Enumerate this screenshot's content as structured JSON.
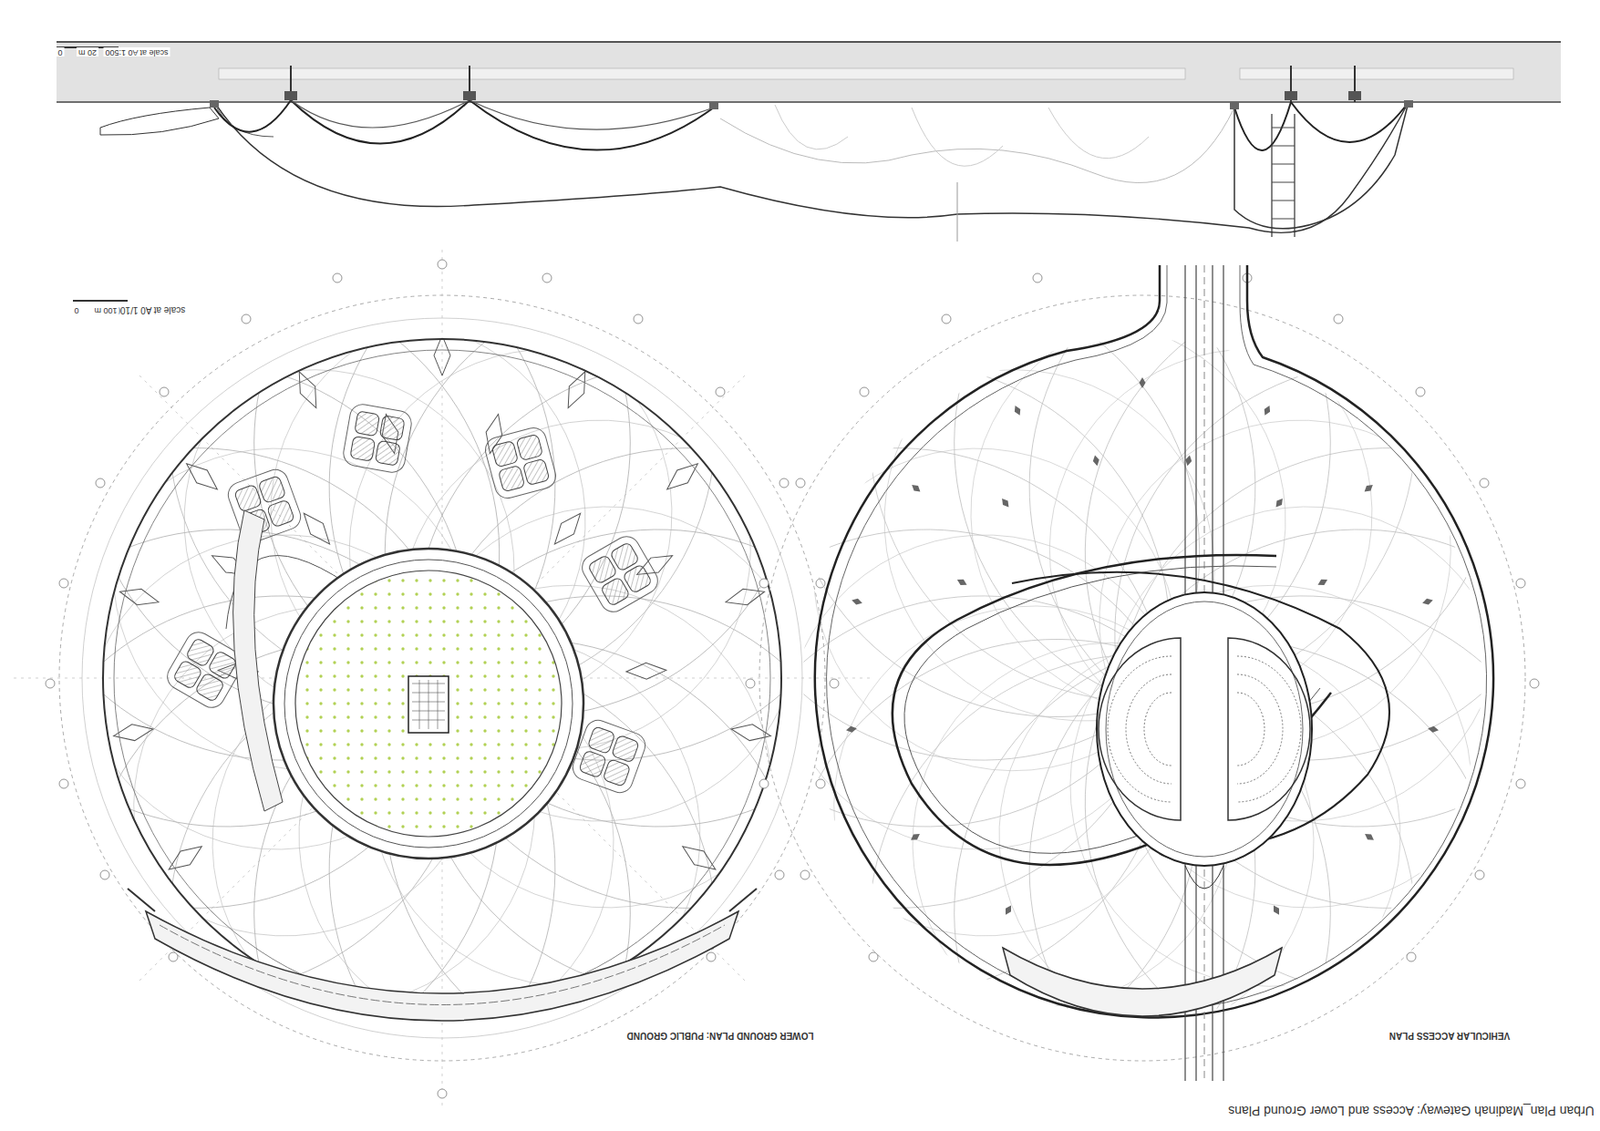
{
  "diagram": {
    "title": "Urban Plan_Madinah Gateway: Access and Lower Ground Plans",
    "labels": [
      "scale at A0 1:500",
      "20 m",
      "0",
      "scale at A0 1/1000",
      "100 m",
      "0",
      "LOWER GROUND PLAN: PUBLIC GROUND",
      "VEHICULAR ACCESS PLAN"
    ]
  }
}
